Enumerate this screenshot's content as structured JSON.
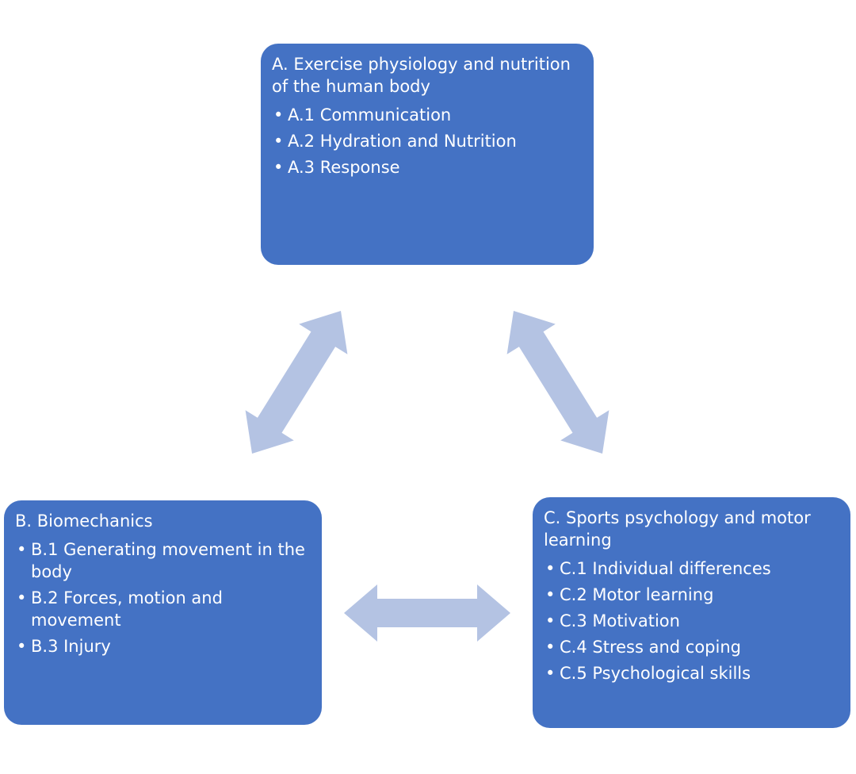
{
  "colors": {
    "box_fill": "#4472c4",
    "box_text": "#ffffff",
    "arrow_fill": "#b4c3e3",
    "background": "#ffffff"
  },
  "nodes": {
    "a": {
      "title": "A. Exercise physiology and nutrition of the human body",
      "items": [
        "A.1 Communication",
        "A.2 Hydration and Nutrition",
        "A.3 Response"
      ]
    },
    "b": {
      "title": "B. Biomechanics",
      "items": [
        "B.1 Generating movement in the body",
        "B.2 Forces, motion and movement",
        "B.3 Injury"
      ]
    },
    "c": {
      "title": "C. Sports psychology and motor learning",
      "items": [
        "C.1 Individual differences",
        "C.2 Motor learning",
        "C.3 Motivation",
        "C.4 Stress and coping",
        "C.5 Psychological skills"
      ]
    }
  },
  "edges": [
    {
      "from": "a",
      "to": "b",
      "style": "double-headed"
    },
    {
      "from": "a",
      "to": "c",
      "style": "double-headed"
    },
    {
      "from": "b",
      "to": "c",
      "style": "double-headed"
    }
  ],
  "bullet_glyph": "•"
}
